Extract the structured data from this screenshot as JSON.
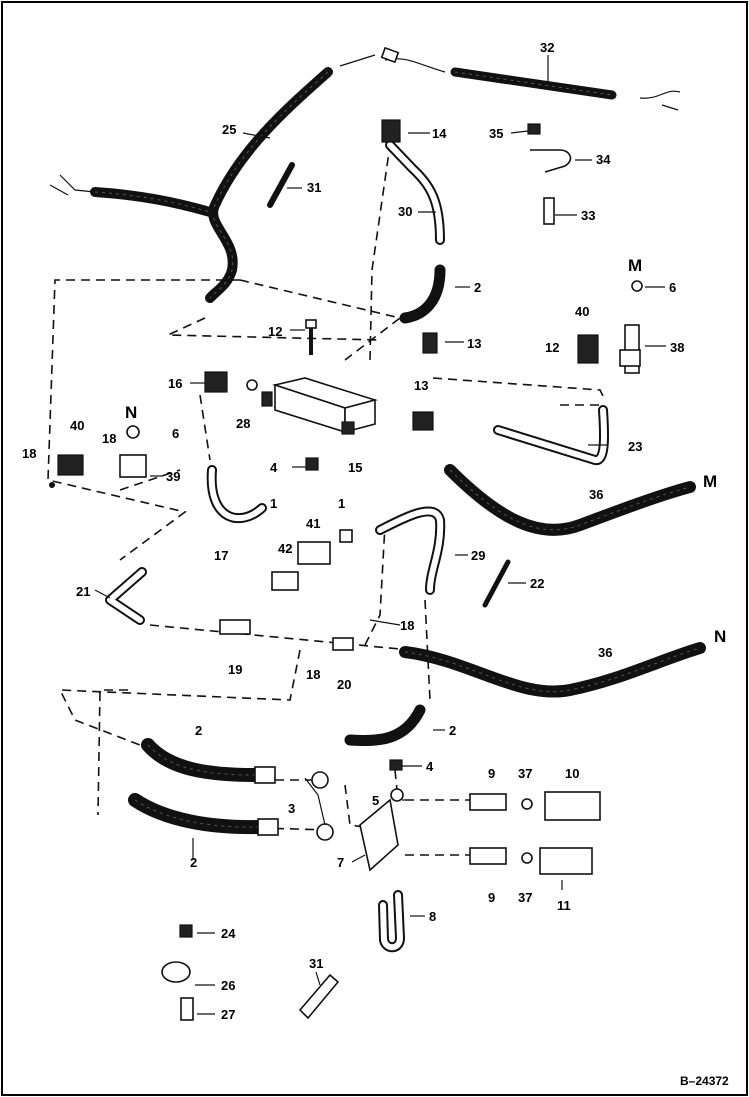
{
  "figure": {
    "reference_number": "B–24372"
  },
  "callouts": {
    "c1": "1",
    "c1b": "1",
    "c2a": "2",
    "c2b": "2",
    "c2c": "2",
    "c2d": "2",
    "c3": "3",
    "c4a": "4",
    "c4b": "4",
    "c5": "5",
    "c6a": "6",
    "c6b": "6",
    "c7": "7",
    "c8": "8",
    "c9a": "9",
    "c9b": "9",
    "c10": "10",
    "c11": "11",
    "c12a": "12",
    "c12b": "12",
    "c13a": "13",
    "c13b": "13",
    "c14": "14",
    "c15": "15",
    "c16": "16",
    "c17": "17",
    "c18a": "18",
    "c18b": "18",
    "c18c": "18",
    "c18d": "18",
    "c19": "19",
    "c20": "20",
    "c21": "21",
    "c22": "22",
    "c23": "23",
    "c24": "24",
    "c25": "25",
    "c26": "26",
    "c27": "27",
    "c28": "28",
    "c29": "29",
    "c30": "30",
    "c31a": "31",
    "c31b": "31",
    "c32": "32",
    "c33": "33",
    "c34": "34",
    "c35": "35",
    "c36a": "36",
    "c36b": "36",
    "c37a": "37",
    "c37b": "37",
    "c38": "38",
    "c39": "39",
    "c40a": "40",
    "c40b": "40",
    "c41": "41",
    "c42": "42"
  },
  "port_labels": {
    "m_top": "M",
    "m_hose": "M",
    "n_left": "N",
    "n_hose": "N"
  }
}
